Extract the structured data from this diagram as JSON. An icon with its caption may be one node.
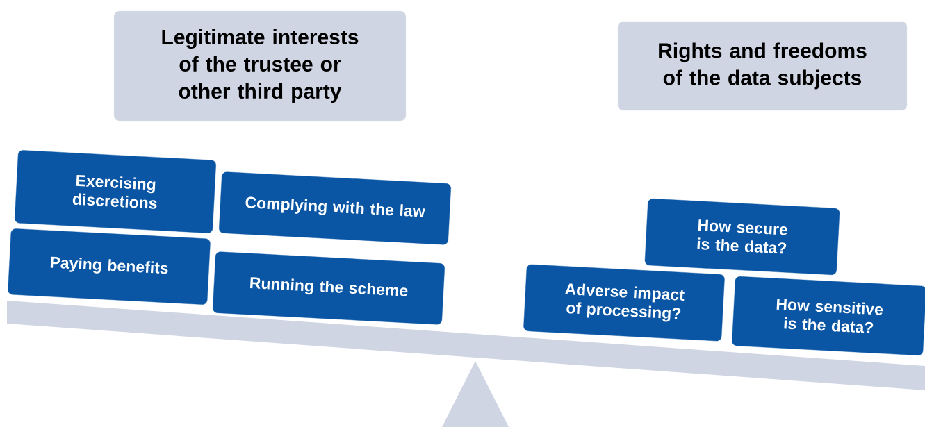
{
  "diagram": {
    "nodes": [
      {
        "text": [
          "Legitimate interests of the trustee or other third party"
        ]
      },
      {
        "text": [
          "Rights and freedoms of the data subjects"
        ]
      },
      {
        "text": [
          "Exercising discretions"
        ]
      },
      {
        "text": [
          "Complying with the law"
        ]
      },
      {
        "text": [
          "Paying benefits"
        ]
      },
      {
        "text": [
          "Running the scheme"
        ]
      },
      {
        "text": [
          "How secure is the data?"
        ]
      },
      {
        "text": [
          "Adverse impact of processing?"
        ]
      },
      {
        "text": [
          "How sensitive is the data?"
        ]
      }
    ]
  }
}
